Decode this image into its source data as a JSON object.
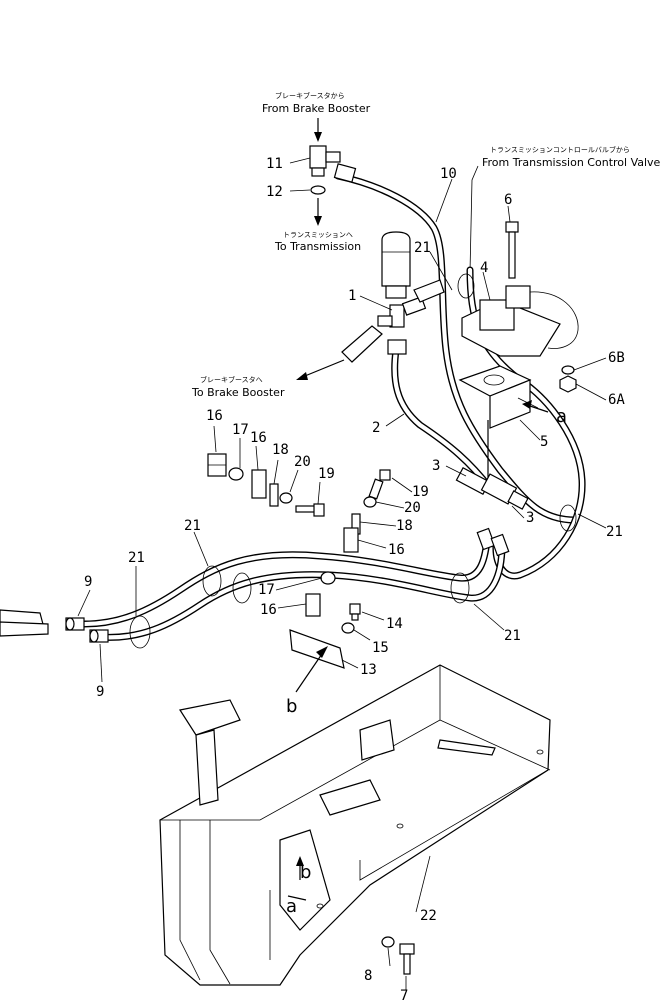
{
  "annotations": {
    "from_brake_booster_jp": "ブレーキブースタから",
    "from_brake_booster": "From Brake Booster",
    "to_transmission_jp": "トランスミッションへ",
    "to_transmission": "To Transmission",
    "from_tcv_jp": "トランスミッションコントロールバルブから",
    "from_tcv": "From Transmission Control Valve",
    "to_brake_booster_jp": "ブレーキブースタへ",
    "to_brake_booster": "To Brake Booster"
  },
  "callouts": {
    "c1": "1",
    "c2": "2",
    "c3a": "3",
    "c3b": "3",
    "c4": "4",
    "c5": "5",
    "c6": "6",
    "c6b": "6B",
    "c6a": "6A",
    "c7": "7",
    "c8": "8",
    "c9a": "9",
    "c9b": "9",
    "c10": "10",
    "c11": "11",
    "c12": "12",
    "c13": "13",
    "c14": "14",
    "c15": "15",
    "c16a": "16",
    "c16b": "16",
    "c16c": "16",
    "c16d": "16",
    "c17a": "17",
    "c17b": "17",
    "c18a": "18",
    "c18b": "18",
    "c19a": "19",
    "c19b": "19",
    "c20a": "20",
    "c20b": "20",
    "c21a": "21",
    "c21b": "21",
    "c21c": "21",
    "c21d": "21",
    "c21e": "21",
    "c22": "22"
  },
  "refs": {
    "a1": "a",
    "a2": "a",
    "b1": "b",
    "b2": "b"
  }
}
